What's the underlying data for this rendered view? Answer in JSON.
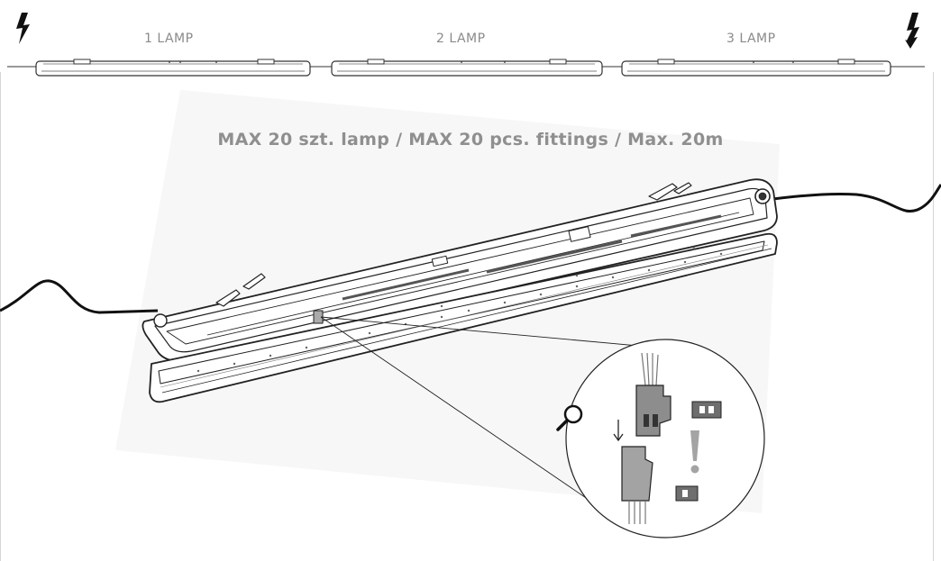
{
  "diagram": {
    "lamp_labels": [
      "1 LAMP",
      "2 LAMP",
      "3 LAMP"
    ],
    "max_note": "MAX 20 szt. lamp / MAX 20 pcs. fittings / Max. 20m",
    "icons": {
      "power_in": "lightning-bolt-icon",
      "power_out": "lightning-bolt-icon",
      "magnifier": "magnifier-icon",
      "arrow": "arrow-down-icon",
      "warning": "exclamation-icon"
    },
    "colors": {
      "line": "#1f1f1f",
      "label": "#8a8a8a",
      "backdrop": "#f7f7f7",
      "connector": "#9a9a9a"
    }
  }
}
